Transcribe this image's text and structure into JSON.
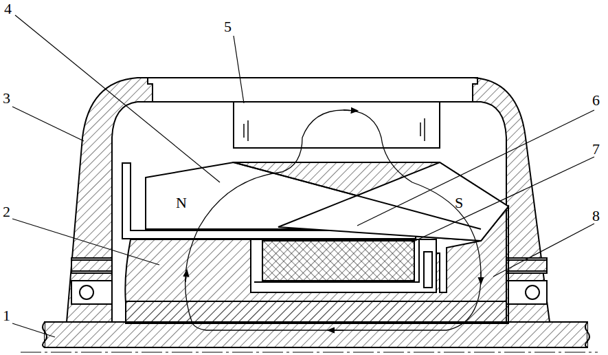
{
  "diagram": {
    "labels": [
      "4",
      "5",
      "3",
      "6",
      "2",
      "7",
      "8",
      "1",
      "N",
      "S"
    ]
  }
}
